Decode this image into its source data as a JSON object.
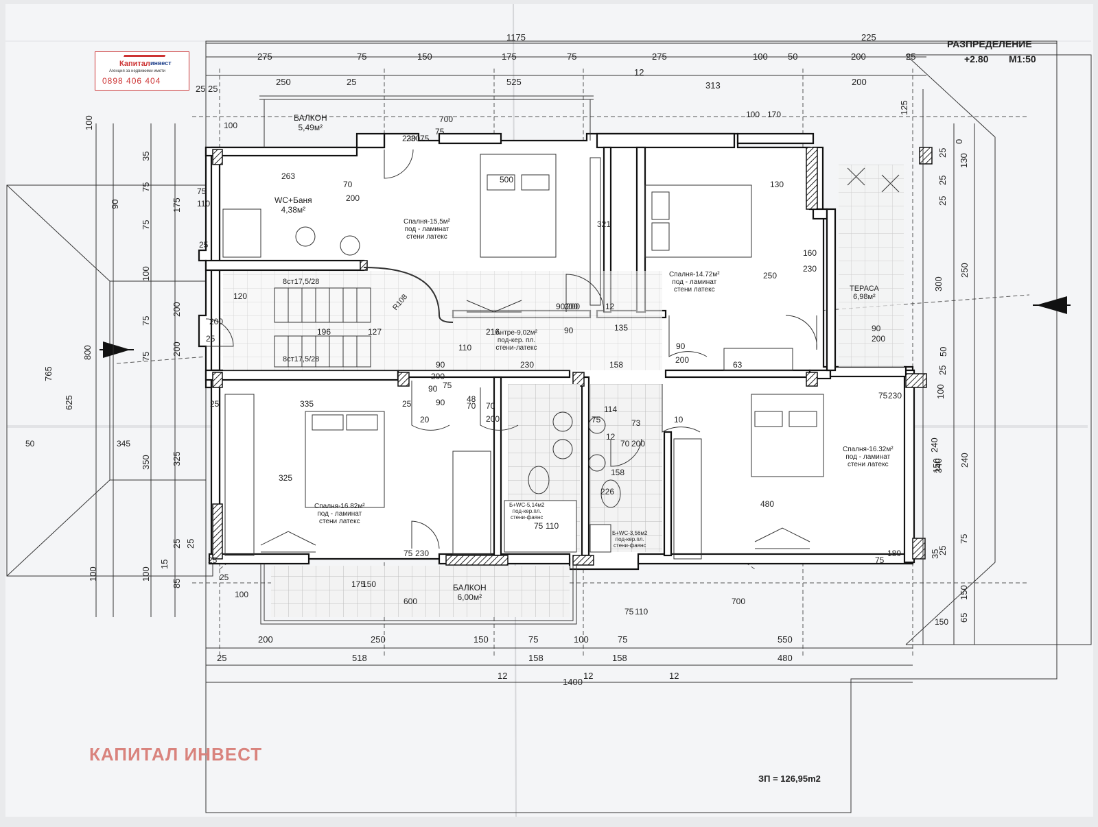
{
  "header": {
    "title": "РАЗПРЕДЕЛЕНИЕ",
    "level": "+2.80",
    "scale": "М1:50"
  },
  "logo": {
    "name": "Капитал",
    "sub": "инвест",
    "tagline": "Агенция за недвижими имоти",
    "phone": "0898 406 404"
  },
  "watermark": "КАПИТАЛ ИНВЕСТ",
  "area_note": "ЗП = 126,95m2",
  "rooms": {
    "balcony_top": {
      "name": "БАЛКОН",
      "area": "5,49м²"
    },
    "wc_bath": {
      "name": "WC+Баня",
      "area": "4,38м²"
    },
    "bedroom_1": {
      "name": "Спалня-15,5м²",
      "floor": "под - ламинат",
      "walls": "стени латекс"
    },
    "bedroom_2": {
      "name": "Спалня-14.72м²",
      "floor": "под - ламинат",
      "walls": "стени латекс"
    },
    "terrace": {
      "name": "ТЕРАСА",
      "area": "6,98м²"
    },
    "hall": {
      "name": "Антре-9,02м²",
      "floor": "под-кер. пл.",
      "walls": "стени-латекс"
    },
    "bedroom_3": {
      "name": "Спалня-16.82м²",
      "floor": "под - ламинат",
      "walls": "стени латекс"
    },
    "bath_1": {
      "name": "Б+WC-5,14м2",
      "floor": "под-кер.пл.",
      "walls": "стени-фаянс"
    },
    "bath_2": {
      "name": "Б+WC-3,56м2",
      "floor": "под-кер.пл.",
      "walls": "стени-фаянс"
    },
    "bedroom_4": {
      "name": "Спалня-16.32м²",
      "floor": "под - ламинат",
      "walls": "стени латекс"
    },
    "balcony_bottom": {
      "name": "БАЛКОН",
      "area": "6,00м²"
    }
  },
  "stairs": {
    "top": "8ст17,5/28",
    "bottom": "8ст17,5/28",
    "radius": "R108",
    "tread": "28"
  },
  "dims": {
    "top": [
      "1175",
      "225",
      "275",
      "75",
      "150",
      "175",
      "75",
      "275",
      "100",
      "50",
      "200",
      "25",
      "12",
      "250",
      "25",
      "525",
      "313",
      "200",
      "25",
      "25"
    ],
    "bottom": [
      "200",
      "250",
      "150",
      "75",
      "100",
      "75",
      "550",
      "25",
      "518",
      "158",
      "158",
      "480",
      "12",
      "12",
      "12",
      "1400"
    ],
    "left": [
      "100",
      "35",
      "75",
      "90",
      "75",
      "175",
      "100",
      "200",
      "75",
      "200",
      "75",
      "800",
      "765",
      "625",
      "350",
      "325",
      "100",
      "100",
      "85",
      "15",
      "25",
      "25"
    ],
    "right": [
      "125",
      "0",
      "25",
      "130",
      "25",
      "25",
      "250",
      "300",
      "50",
      "25",
      "100",
      "240",
      "240",
      "150",
      "340",
      "75",
      "25",
      "35",
      "150",
      "65"
    ],
    "inner": [
      "100",
      "100",
      "170",
      "700",
      "75",
      "230",
      "500",
      "75",
      "230",
      "70",
      "200",
      "263",
      "110",
      "75",
      "25",
      "321",
      "130",
      "160",
      "230",
      "250",
      "120",
      "90",
      "200",
      "12",
      "135",
      "127",
      "216",
      "196",
      "90",
      "230",
      "90",
      "200",
      "158",
      "63",
      "110",
      "90",
      "200",
      "90",
      "200",
      "75",
      "230",
      "335",
      "25",
      "25",
      "20",
      "48",
      "70",
      "200",
      "70",
      "75",
      "114",
      "73",
      "10",
      "12",
      "70",
      "200",
      "158",
      "226",
      "325",
      "480",
      "75",
      "230",
      "75",
      "110",
      "75",
      "180",
      "175",
      "150",
      "600",
      "700",
      "75",
      "110",
      "345",
      "50",
      "25",
      "25",
      "90",
      "75",
      "200",
      "25",
      "100",
      "150",
      "90",
      "200"
    ]
  }
}
